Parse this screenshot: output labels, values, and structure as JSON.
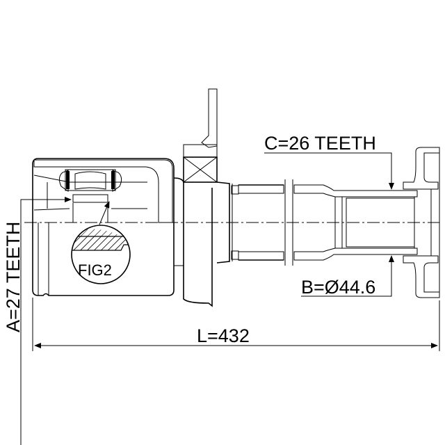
{
  "drawing": {
    "labels": {
      "a_teeth": "A=27 TEETH",
      "b_diameter": "B=Ø44.6",
      "c_teeth": "C=26 TEETH",
      "length": "L=432",
      "fig_detail": "FIG2"
    },
    "colors": {
      "line": "#000000",
      "background": "#ffffff"
    }
  }
}
